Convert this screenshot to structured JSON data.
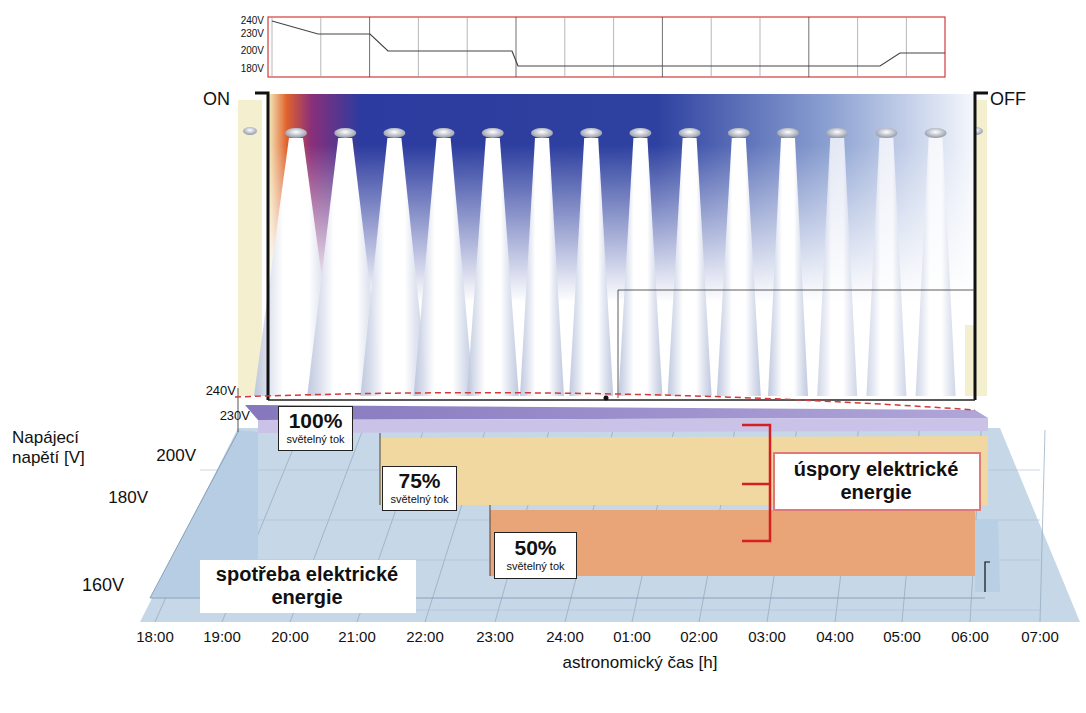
{
  "diagram": {
    "nodes": [
      {
        "text": [
          "100%",
          "světelný tok"
        ]
      },
      {
        "text": [
          "75%",
          "světelný tok"
        ]
      },
      {
        "text": [
          "úspory elektrické energie"
        ]
      },
      {
        "text": [
          "50%",
          "světelný tok"
        ]
      },
      {
        "text": [
          "spotřeba elektrické energie"
        ]
      }
    ],
    "labels": [
      "240V",
      "230V",
      "200V",
      "180V",
      "ON",
      "OFF",
      "240V",
      "230V",
      "200V",
      "180V",
      "160V",
      "Napájecí napětí [V]",
      "18:00",
      "19:00",
      "20:00",
      "21:00",
      "22:00",
      "23:00",
      "24:00",
      "01:00",
      "02:00",
      "03:00",
      "04:00",
      "05:00",
      "06:00",
      "07:00",
      "astronomický čas [h]"
    ]
  }
}
